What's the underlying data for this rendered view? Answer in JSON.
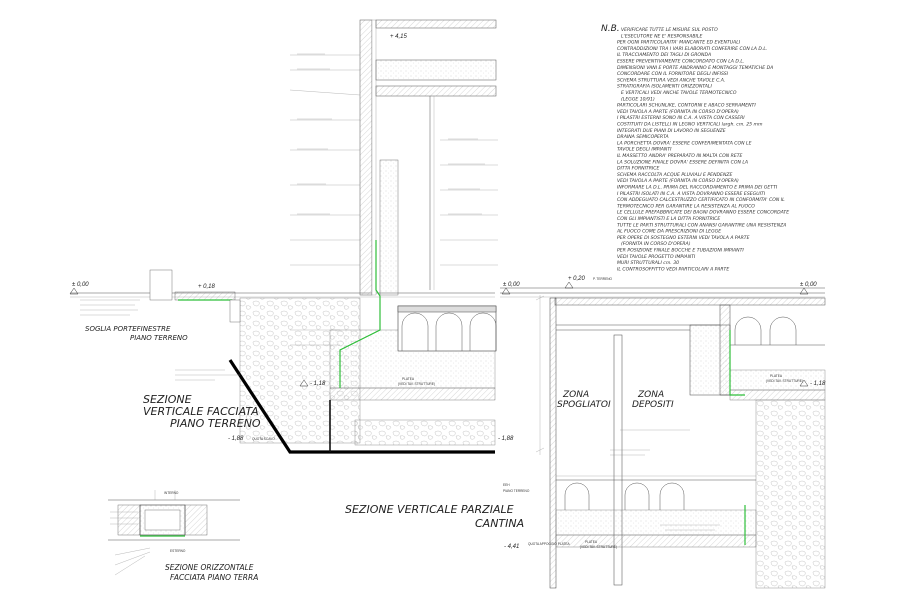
{
  "titles": {
    "facade_1": "SEZIONE",
    "facade_2": "VERTICALE FACCIATA",
    "facade_3": "PIANO TERRENO",
    "partial_1": "SEZIONE VERTICALE PARZIALE",
    "partial_2": "CANTINA",
    "soglia_1": "SOGLIA PORTEFINESTRE",
    "soglia_2": "PIANO TERRENO",
    "horiz_1": "SEZIONE ORIZZONTALE",
    "horiz_2": "FACCIATA PIANO TERRA",
    "zona_1a": "ZONA",
    "zona_1b": "SPOGLIATOI",
    "zona_2a": "ZONA",
    "zona_2b": "DEPOSITI",
    "piano_a": "EEH",
    "piano_b": "PIANO TERRENO",
    "interno": "INTERNO",
    "esterno": "ESTERNO"
  },
  "levels": {
    "l_000_left": "± 0,00",
    "l_000_mid": "± 0,00",
    "l_000_right": "± 0,00",
    "l_415": "+ 4,15",
    "l_020": "+ 0,20",
    "l_020_note": "P. TERRENO",
    "l_018": "+ 0,18",
    "l_118_left": "- 1,18",
    "l_118_right": "- 1,18",
    "l_188_left": "- 1,88",
    "l_188_left_note": "QUOTA SCAVO",
    "l_188_mid": "- 1,88",
    "l_441": "- 4,41",
    "l_441_note": "QUOTA APPOGGIO PLATEA"
  },
  "labels": {
    "platea_1": "PLATEA",
    "platea_1_note": "(VEDI TAV. STRUTTURE)",
    "platea_2": "PLATEA",
    "platea_2_note": "(VEDI TAV. STRUTTURE)",
    "platea_3": "PLATEA",
    "platea_3_note": "(VEDI TAV. STRUTTURE)"
  },
  "notes": {
    "heading": "N.B.",
    "lines": [
      "VERIFICARE TUTTE LE MISURE SUL POSTO",
      "L'ESECUTORE NE E' RESPONSABILE",
      "PER OGNI PARTICOLARITA' MANCANTE ED EVENTUALI",
      "CONTRADDIZIONI TRA I VARI ELABORATI CONFERIRE CON LA D.L.",
      "IL TRACCIAMENTO DEI TAGLI DI GRONDA",
      "ESSERE PREVENTIVAMENTE CONCORDATO CON LA D.L.",
      "DIMENSIONI VANI E PORTE ANDRANNO E MONTAGGI TEMATICHE DA",
      "CONCORDARE CON IL FORNITORE DEGLI INFISSI",
      "SCHEMA STRUTTURA VEDI ANCHE TAVOLE C.A.",
      "STRATIGRAFIA ISOLAMENTI ORIZZONTALI",
      "E VERTICALI VEDI ANCHE TAVOLE TERMOTECNICO",
      "(LEGGE 10/91)",
      "PARTICOLARI SCHUNLIKE, CONTORNI E ABACO SERRAMENTI",
      "VEDI TAVOLA A PARTE (FORNITA IN CORSO D'OPERA)",
      "I PILASTRI ESTERNI SONO IN C.A. A VISTA CON CASSERI",
      "COSTITUITI DA LISTELLI IN LEGNO VERTICALI largh. cm. 25 mm",
      "INTEGRATI DUE PIANI DI LAVORO IN SEGUENZE",
      "DRAINA SEMICOPERTA",
      "LA PORCHETTA DOVRA' ESSERE CONFERIMENTATA CON LE",
      "TAVOLE DEGLI IMPIANTI",
      "IL MASSETTO ANDRA' PREPARATO IN MALTA CON RETE",
      "LA SOLUZIONE FINALE DOVRA' ESSERE DEFINITA CON LA",
      "DITTA FORNITRICE",
      "SCHEMA RACCOLTA ACQUE PLUVIALI E PENDENZE",
      "VEDI TAVOLA A PARTE (FORNITA IN CORSO D'OPERA)",
      "INFORMARE LA D.L. PRIMA DEL RACCORDAMENTO E PRIMA DEI GETTI",
      "I PILASTRI ISOLATI IN C.A. A VISTA DOVRANNO ESSERE ESEGUITI",
      "CON ADDEGUATO CALCESTRUZZO CERTIFICATO IN CONFORMITA' CON IL",
      "TERMOTECNICO PER GARANTIRE LA RESISTENZA AL FUOCO",
      "LE CELLULE PREFABBRICATE DEI BAGNI DOVRANNO ESSERE CONCORDATE",
      "CON GLI IMPIANTISTI E LA DITTA FORNITRICE",
      "TUTTE LE PARTI STRUTTURALI CON ANANSI GARANTIRE UNA RESISTENZA",
      "AL FUOCO COME DA PRESCRIZIONI DI LEGGE",
      "PER OPERE DI SOSTEGNO ESTERNI VEDI TAVOLA A PARTE",
      "(FORNITA IN CORSO D'OPERA)",
      "PER POSIZIONE FINALE BOCCHE E TUBAZIONI IMPIANTI",
      "VEDI TAVOLE PROGETTO IMPIANTI",
      "MURI STRUTTURALI cm. 30",
      "IL CONTROSOFFITTO VEDI PARTICOLARI A PARTE"
    ]
  },
  "colors": {
    "ink": "#222222",
    "waterproofing": "#2fbf3a",
    "background": "#ffffff"
  }
}
